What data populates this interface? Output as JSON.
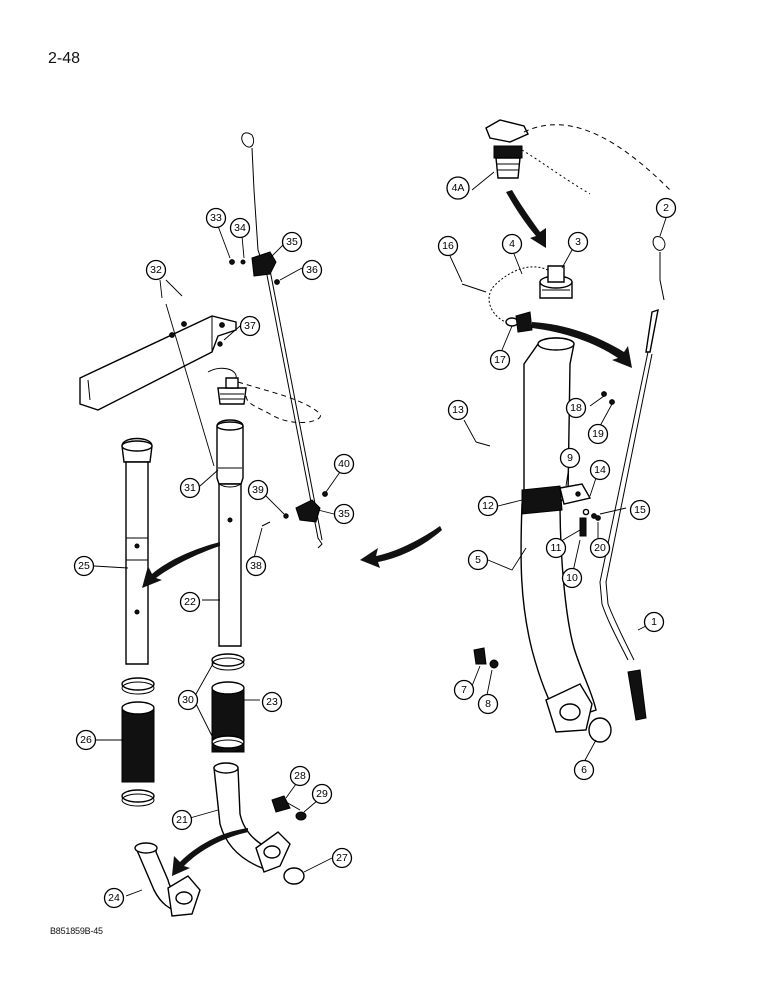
{
  "page": {
    "number": "2-48",
    "drawing_code": "B851859B-45"
  },
  "callouts": {
    "c1": "1",
    "c2": "2",
    "c3": "3",
    "c4": "4",
    "c4a": "4A",
    "c5": "5",
    "c6": "6",
    "c7": "7",
    "c8": "8",
    "c9": "9",
    "c10": "10",
    "c11": "11",
    "c12": "12",
    "c13": "13",
    "c14": "14",
    "c15": "15",
    "c16": "16",
    "c17": "17",
    "c18": "18",
    "c19": "19",
    "c20": "20",
    "c21": "21",
    "c22": "22",
    "c23": "23",
    "c24": "24",
    "c25": "25",
    "c26": "26",
    "c27": "27",
    "c28": "28",
    "c29": "29",
    "c30": "30",
    "c31": "31",
    "c32": "32",
    "c33": "33",
    "c34": "34",
    "c35a": "35",
    "c35b": "35",
    "c36": "36",
    "c37": "37",
    "c38": "38",
    "c39": "39",
    "c40": "40"
  }
}
